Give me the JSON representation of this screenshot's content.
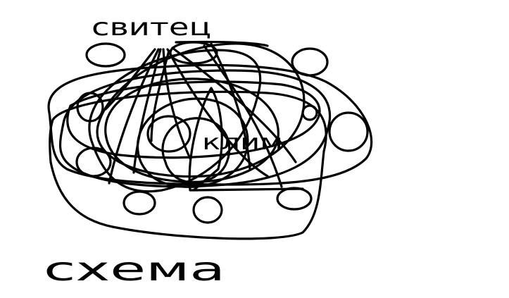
{
  "drawing": {
    "top_label": "свитец",
    "center_label": "клим",
    "bottom_label": "схема"
  },
  "colors": {
    "background": "#ffffff",
    "ink": "#000000"
  }
}
